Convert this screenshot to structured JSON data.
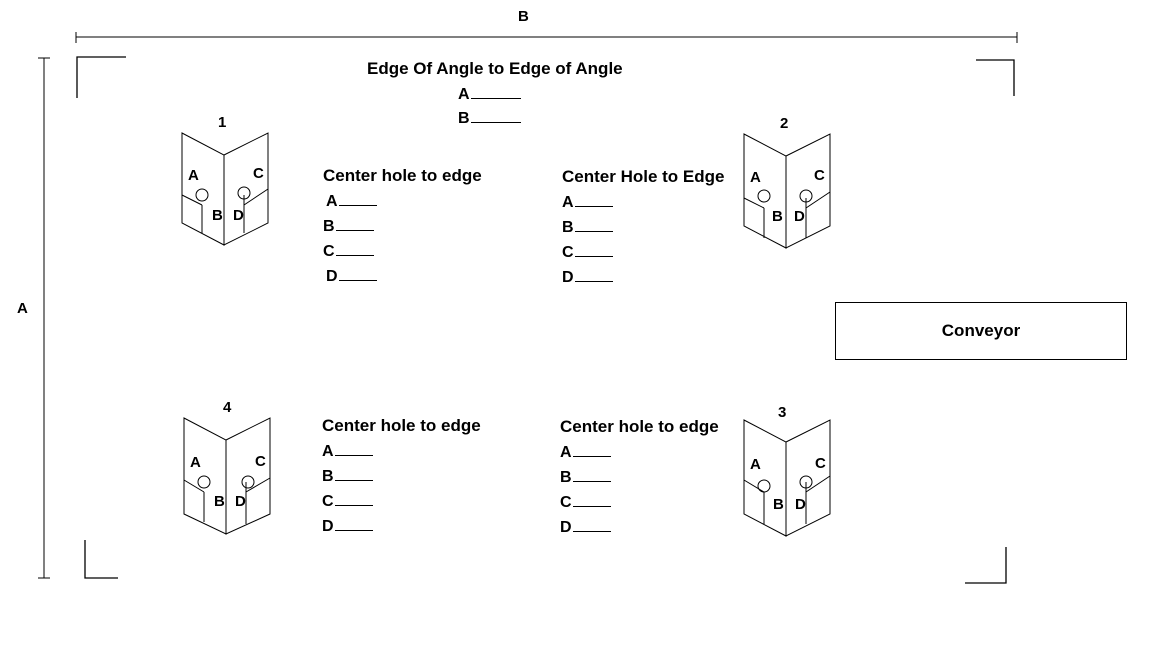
{
  "dimension_labels": {
    "top": "B",
    "left": "A"
  },
  "edge_block": {
    "title": "Edge Of Angle to Edge of Angle",
    "rows": [
      "A",
      "B"
    ]
  },
  "angles": [
    {
      "number": "1",
      "labels": [
        "A",
        "C",
        "B",
        "D"
      ]
    },
    {
      "number": "2",
      "labels": [
        "A",
        "C",
        "B",
        "D"
      ]
    },
    {
      "number": "3",
      "labels": [
        "A",
        "C",
        "B",
        "D"
      ]
    },
    {
      "number": "4",
      "labels": [
        "A",
        "C",
        "B",
        "D"
      ]
    }
  ],
  "measure_blocks": [
    {
      "title": "Center hole to edge",
      "rows": [
        "A",
        "B",
        "C",
        "D"
      ]
    },
    {
      "title": "Center Hole to Edge",
      "rows": [
        "A",
        "B",
        "C",
        "D"
      ]
    },
    {
      "title": "Center hole to edge",
      "rows": [
        "A",
        "B",
        "C",
        "D"
      ]
    },
    {
      "title": "Center hole to edge",
      "rows": [
        "A",
        "B",
        "C",
        "D"
      ]
    }
  ],
  "conveyor": {
    "label": "Conveyor"
  }
}
